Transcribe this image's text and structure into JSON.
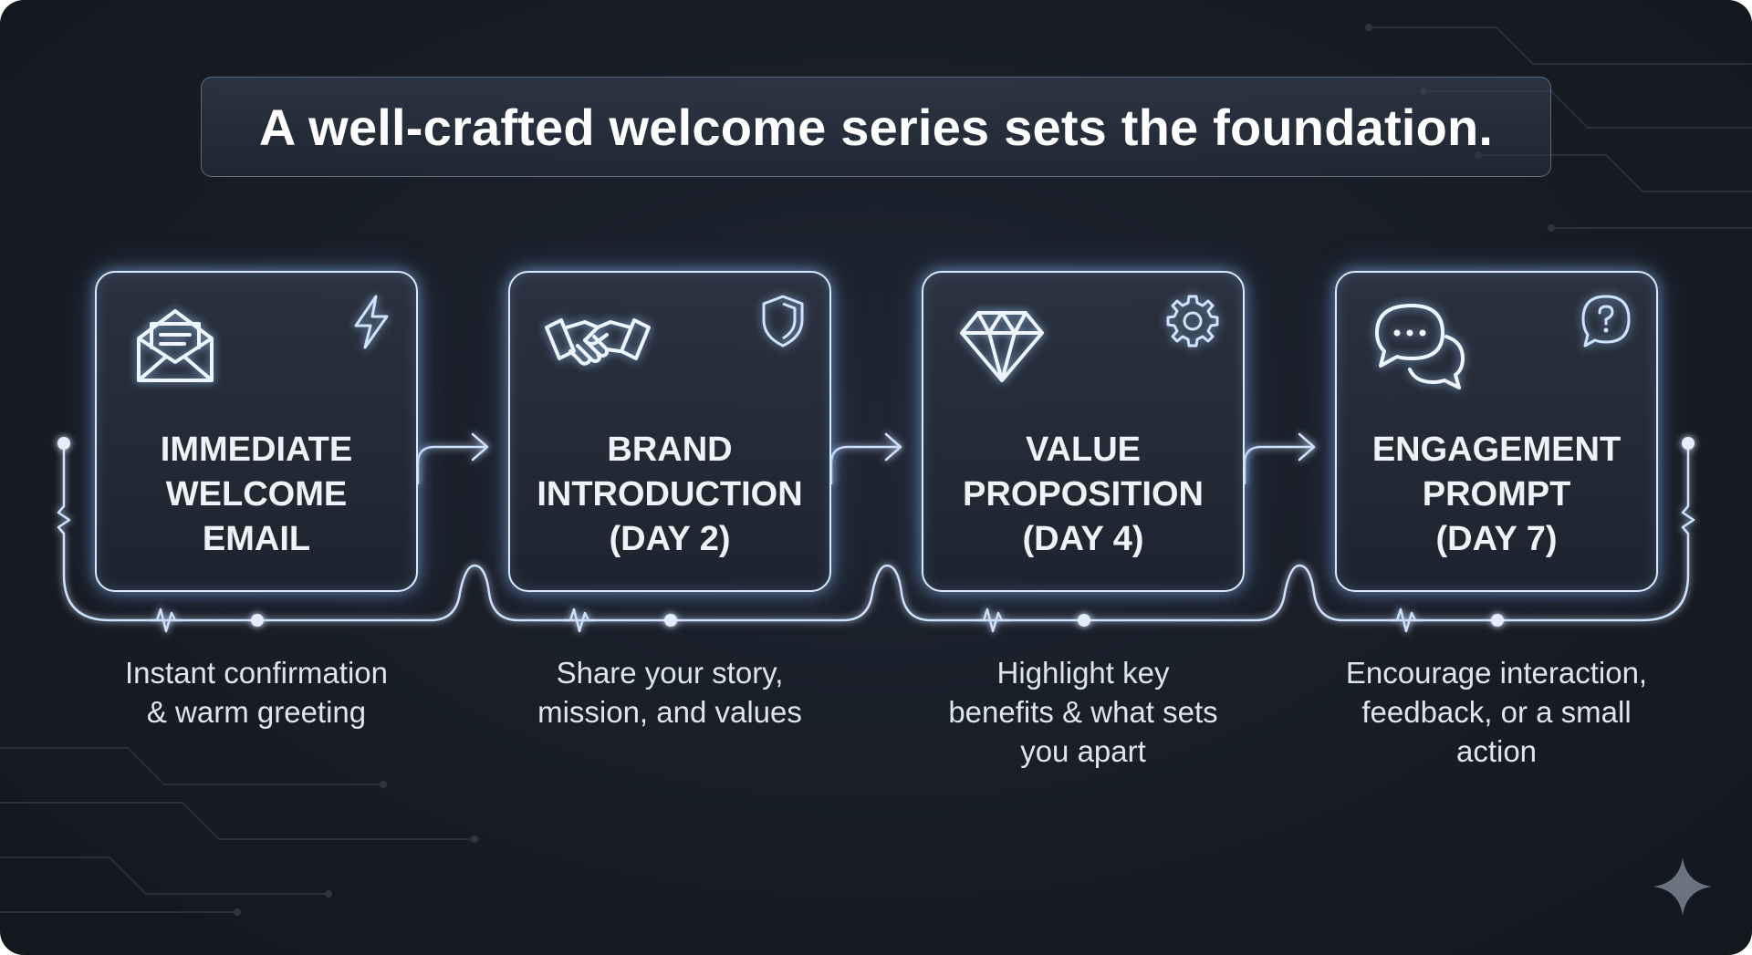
{
  "title": "A well-crafted welcome series sets the foundation.",
  "steps": [
    {
      "label": "IMMEDIATE\nWELCOME\nEMAIL",
      "description": "Instant confirmation\n& warm greeting",
      "main_icon": "envelope-open-icon",
      "corner_icon": "lightning-bolt-icon"
    },
    {
      "label": "BRAND\nINTRODUCTION\n(DAY 2)",
      "description": "Share your story,\nmission, and values",
      "main_icon": "handshake-icon",
      "corner_icon": "shield-icon"
    },
    {
      "label": "VALUE\nPROPOSITION\n(DAY 4)",
      "description": "Highlight key\nbenefits & what sets\nyou apart",
      "main_icon": "diamond-icon",
      "corner_icon": "gear-icon"
    },
    {
      "label": "ENGAGEMENT\nPROMPT\n(DAY 7)",
      "description": "Encourage interaction,\nfeedback, or a small\naction",
      "main_icon": "chat-bubbles-icon",
      "corner_icon": "question-bubble-icon"
    }
  ],
  "colors": {
    "background": "#181d26",
    "glow_line": "#cfe2ff",
    "text": "#eef3fb"
  },
  "watermark_icon": "sparkle-icon"
}
